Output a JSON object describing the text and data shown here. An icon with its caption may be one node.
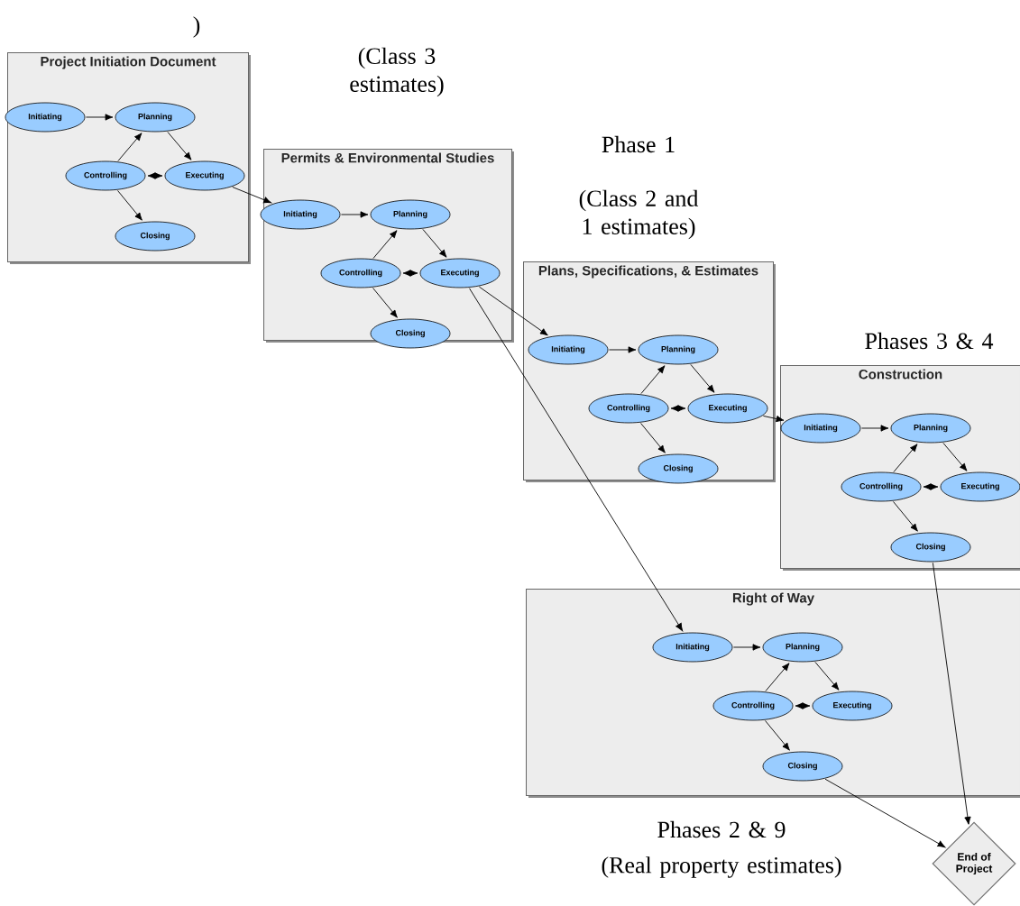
{
  "diagram": {
    "nodes": [
      {
        "text": [
          "Project Initiation Document"
        ]
      },
      {
        "text": [
          "Initiating"
        ],
        "in": 0
      },
      {
        "text": [
          "Planning"
        ],
        "in": 0
      },
      {
        "text": [
          "Controlling"
        ],
        "in": 0
      },
      {
        "text": [
          "Executing"
        ],
        "in": 0
      },
      {
        "text": [
          "Closing"
        ],
        "in": 0
      },
      {
        "text": [
          "Permits & Environmental Studies"
        ]
      },
      {
        "text": [
          "Initiating"
        ],
        "in": 6
      },
      {
        "text": [
          "Planning"
        ],
        "in": 6
      },
      {
        "text": [
          "Controlling"
        ],
        "in": 6
      },
      {
        "text": [
          "Executing"
        ],
        "in": 6
      },
      {
        "text": [
          "Closing"
        ],
        "in": 6
      },
      {
        "text": [
          "Plans, Specifications, & Estimates"
        ]
      },
      {
        "text": [
          "Initiating"
        ],
        "in": 12
      },
      {
        "text": [
          "Planning"
        ],
        "in": 12
      },
      {
        "text": [
          "Controlling"
        ],
        "in": 12
      },
      {
        "text": [
          "Executing"
        ],
        "in": 12
      },
      {
        "text": [
          "Closing"
        ],
        "in": 12
      },
      {
        "text": [
          "Construction"
        ]
      },
      {
        "text": [
          "Initiating"
        ],
        "in": 18
      },
      {
        "text": [
          "Planning"
        ],
        "in": 18
      },
      {
        "text": [
          "Controlling"
        ],
        "in": 18
      },
      {
        "text": [
          "Executing"
        ],
        "in": 18
      },
      {
        "text": [
          "Closing"
        ],
        "in": 18
      },
      {
        "text": [
          "Right of Way"
        ]
      },
      {
        "text": [
          "Initiating"
        ],
        "in": 24
      },
      {
        "text": [
          "Planning"
        ],
        "in": 24
      },
      {
        "text": [
          "Controlling"
        ],
        "in": 24
      },
      {
        "text": [
          "Executing"
        ],
        "in": 24
      },
      {
        "text": [
          "Closing"
        ],
        "in": 24
      },
      {
        "text": [
          "End of Project"
        ]
      }
    ],
    "edges": [
      {
        "from": 1,
        "to": 2,
        "arrow": "to"
      },
      {
        "from": 2,
        "to": 4,
        "arrow": "to"
      },
      {
        "from": 3,
        "to": 2,
        "arrow": "to"
      },
      {
        "from": 3,
        "to": 4,
        "arrow": "both"
      },
      {
        "from": 3,
        "to": 5,
        "arrow": "to"
      },
      {
        "from": 7,
        "to": 8,
        "arrow": "to"
      },
      {
        "from": 8,
        "to": 10,
        "arrow": "to"
      },
      {
        "from": 9,
        "to": 8,
        "arrow": "to"
      },
      {
        "from": 9,
        "to": 10,
        "arrow": "both"
      },
      {
        "from": 9,
        "to": 11,
        "arrow": "to"
      },
      {
        "from": 13,
        "to": 14,
        "arrow": "to"
      },
      {
        "from": 14,
        "to": 16,
        "arrow": "to"
      },
      {
        "from": 15,
        "to": 14,
        "arrow": "to"
      },
      {
        "from": 15,
        "to": 16,
        "arrow": "both"
      },
      {
        "from": 15,
        "to": 17,
        "arrow": "to"
      },
      {
        "from": 19,
        "to": 20,
        "arrow": "to"
      },
      {
        "from": 20,
        "to": 22,
        "arrow": "to"
      },
      {
        "from": 21,
        "to": 20,
        "arrow": "to"
      },
      {
        "from": 21,
        "to": 22,
        "arrow": "both"
      },
      {
        "from": 21,
        "to": 23,
        "arrow": "to"
      },
      {
        "from": 25,
        "to": 26,
        "arrow": "to"
      },
      {
        "from": 26,
        "to": 28,
        "arrow": "to"
      },
      {
        "from": 27,
        "to": 26,
        "arrow": "to"
      },
      {
        "from": 27,
        "to": 28,
        "arrow": "both"
      },
      {
        "from": 27,
        "to": 29,
        "arrow": "to"
      },
      {
        "from": 4,
        "to": 7,
        "arrow": "to"
      },
      {
        "from": 10,
        "to": 13,
        "arrow": "to"
      },
      {
        "from": 10,
        "to": 25,
        "arrow": "to"
      },
      {
        "from": 16,
        "to": 19,
        "arrow": "to"
      },
      {
        "from": 23,
        "to": 30,
        "arrow": "to"
      },
      {
        "from": 29,
        "to": 30,
        "arrow": "to"
      }
    ],
    "labels": [
      ")",
      "(Class 3 estimates)",
      "Phase 1",
      "(Class 2 and 1 estimates)",
      "Phases 3 & 4",
      "Phases 2 & 9",
      "(Real property estimates)"
    ]
  }
}
